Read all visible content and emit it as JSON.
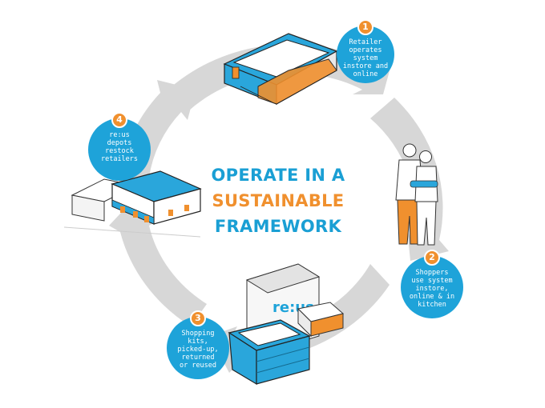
{
  "center": {
    "line1": "OPERATE IN A",
    "line2": "SUSTAINABLE",
    "line3": "FRAMEWORK"
  },
  "steps": [
    {
      "number": "1",
      "text": "Retailer\noperates\nsystem\ninstore and\nonline"
    },
    {
      "number": "2",
      "text": "Shoppers\nuse system\ninstore,\nonline & in\nkitchen"
    },
    {
      "number": "3",
      "text": "Shopping\nkits,\npicked-up,\nreturned\nor reused"
    },
    {
      "number": "4",
      "text": "re:us\ndepots\nrestock\nretailers"
    }
  ],
  "bag_logo": "re:us",
  "colors": {
    "blue": "#1ea3d9",
    "orange": "#f0902e",
    "ring": "#d6d6d6",
    "title_blue": "#1a9fd4"
  }
}
